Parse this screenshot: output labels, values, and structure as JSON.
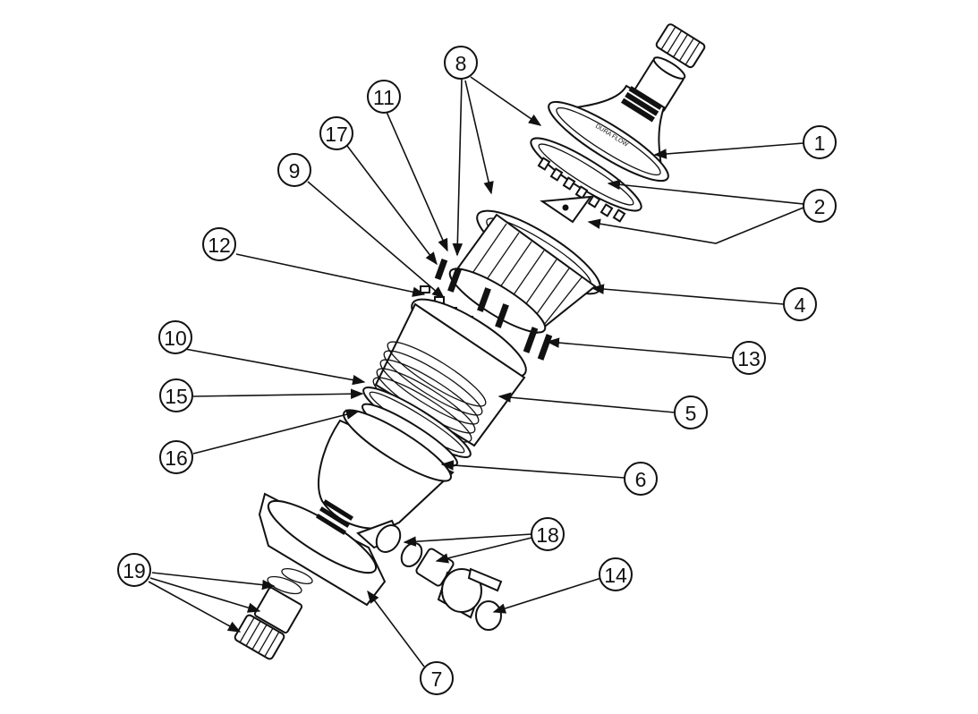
{
  "diagram": {
    "callouts": [
      {
        "id": "c1",
        "label": "1"
      },
      {
        "id": "c2",
        "label": "2"
      },
      {
        "id": "c4",
        "label": "4"
      },
      {
        "id": "c5",
        "label": "5"
      },
      {
        "id": "c6",
        "label": "6"
      },
      {
        "id": "c7",
        "label": "7"
      },
      {
        "id": "c8",
        "label": "8"
      },
      {
        "id": "c9",
        "label": "9"
      },
      {
        "id": "c10",
        "label": "10"
      },
      {
        "id": "c11",
        "label": "11"
      },
      {
        "id": "c12",
        "label": "12"
      },
      {
        "id": "c13",
        "label": "13"
      },
      {
        "id": "c14",
        "label": "14"
      },
      {
        "id": "c15",
        "label": "15"
      },
      {
        "id": "c16",
        "label": "16"
      },
      {
        "id": "c17",
        "label": "17"
      },
      {
        "id": "c18",
        "label": "18"
      },
      {
        "id": "c19",
        "label": "19"
      }
    ]
  }
}
